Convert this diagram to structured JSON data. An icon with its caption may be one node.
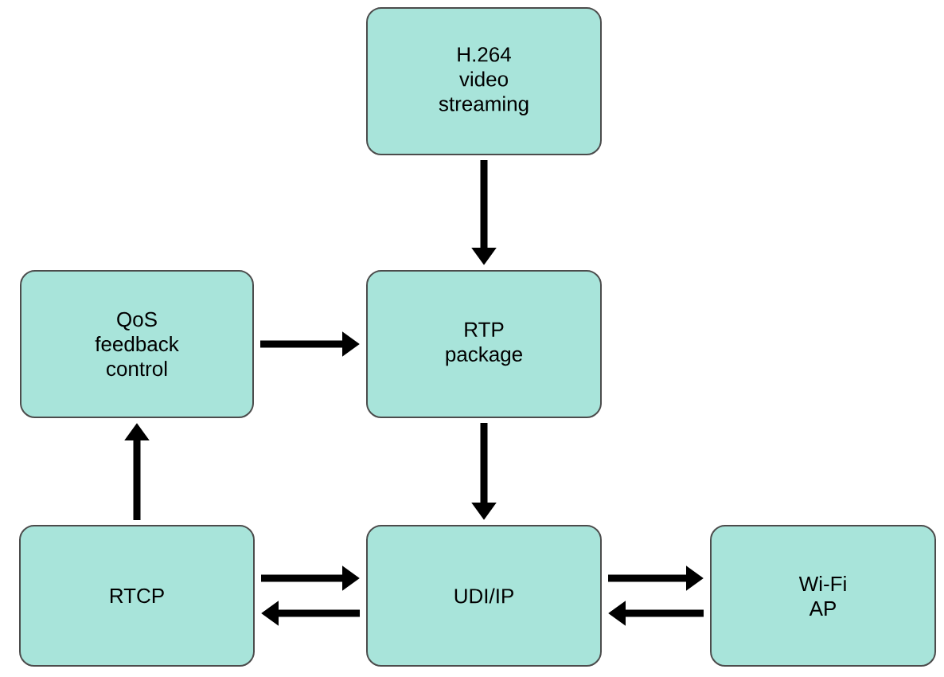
{
  "diagram": {
    "nodes": [
      {
        "text": [
          "H.264 video streaming"
        ]
      },
      {
        "text": [
          "QoS feedback control"
        ]
      },
      {
        "text": [
          "RTP package"
        ]
      },
      {
        "text": [
          "RTCP"
        ]
      },
      {
        "text": [
          "UDI/IP"
        ]
      },
      {
        "text": [
          "Wi-Fi AP"
        ]
      }
    ],
    "edges": [
      {
        "from": 0,
        "to": 2,
        "arrow": "to"
      },
      {
        "from": 1,
        "to": 2,
        "arrow": "to"
      },
      {
        "from": 2,
        "to": 4,
        "arrow": "to"
      },
      {
        "from": 3,
        "to": 1,
        "arrow": "to"
      },
      {
        "from": 3,
        "to": 4,
        "arrow": "to"
      },
      {
        "from": 4,
        "to": 3,
        "arrow": "to"
      },
      {
        "from": 4,
        "to": 5,
        "arrow": "to"
      },
      {
        "from": 5,
        "to": 4,
        "arrow": "to"
      }
    ]
  }
}
